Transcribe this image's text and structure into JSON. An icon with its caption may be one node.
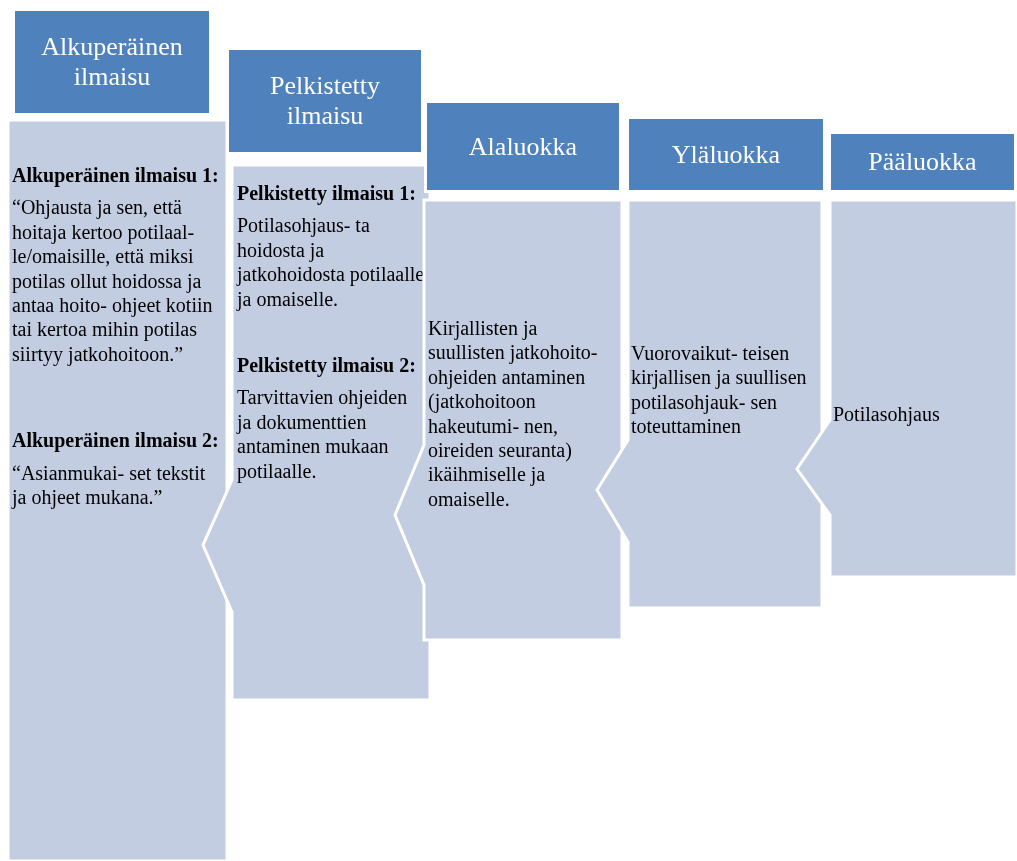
{
  "diagram": {
    "nodes": [
      {
        "text": [
          "Alkuperäinen ilmaisu"
        ]
      },
      {
        "text": [
          "Alkuperäinen ilmaisu 1:",
          "“Ohjausta ja sen, että hoitaja kertoo potilaal- le/omaisille, että miksi potilas ollut hoidossa ja antaa hoito- ohjeet kotiin tai kertoa mihin potilas siirtyy jatkohoitoon.”",
          "Alkuperäinen ilmaisu 2:",
          "“Asianmukai- set tekstit ja ohjeet mukana.”"
        ]
      },
      {
        "text": [
          "Pelkistetty ilmaisu"
        ]
      },
      {
        "text": [
          "Pelkistetty ilmaisu 1:",
          "Potilasohjaus- ta hoidosta ja jatkohoidosta potilaalle ja omaiselle.",
          "Pelkistetty ilmaisu 2:",
          "Tarvittavien ohjeiden ja dokumenttien antaminen mukaan potilaalle."
        ]
      },
      {
        "text": [
          "Alaluokka"
        ]
      },
      {
        "text": [
          "Kirjallisten ja suullisten jatkohoito- ohjeiden antaminen (jatkohoitoon hakeutumi- nen, oireiden seuranta) ikäihmiselle ja omaiselle."
        ]
      },
      {
        "text": [
          "Yläluokka"
        ]
      },
      {
        "text": [
          "Vuorovaikut- teisen kirjallisen ja suullisen potilasohjauk- sen toteuttaminen"
        ]
      },
      {
        "text": [
          "Pääluokka"
        ]
      },
      {
        "text": [
          "Potilasohjaus"
        ]
      }
    ]
  }
}
